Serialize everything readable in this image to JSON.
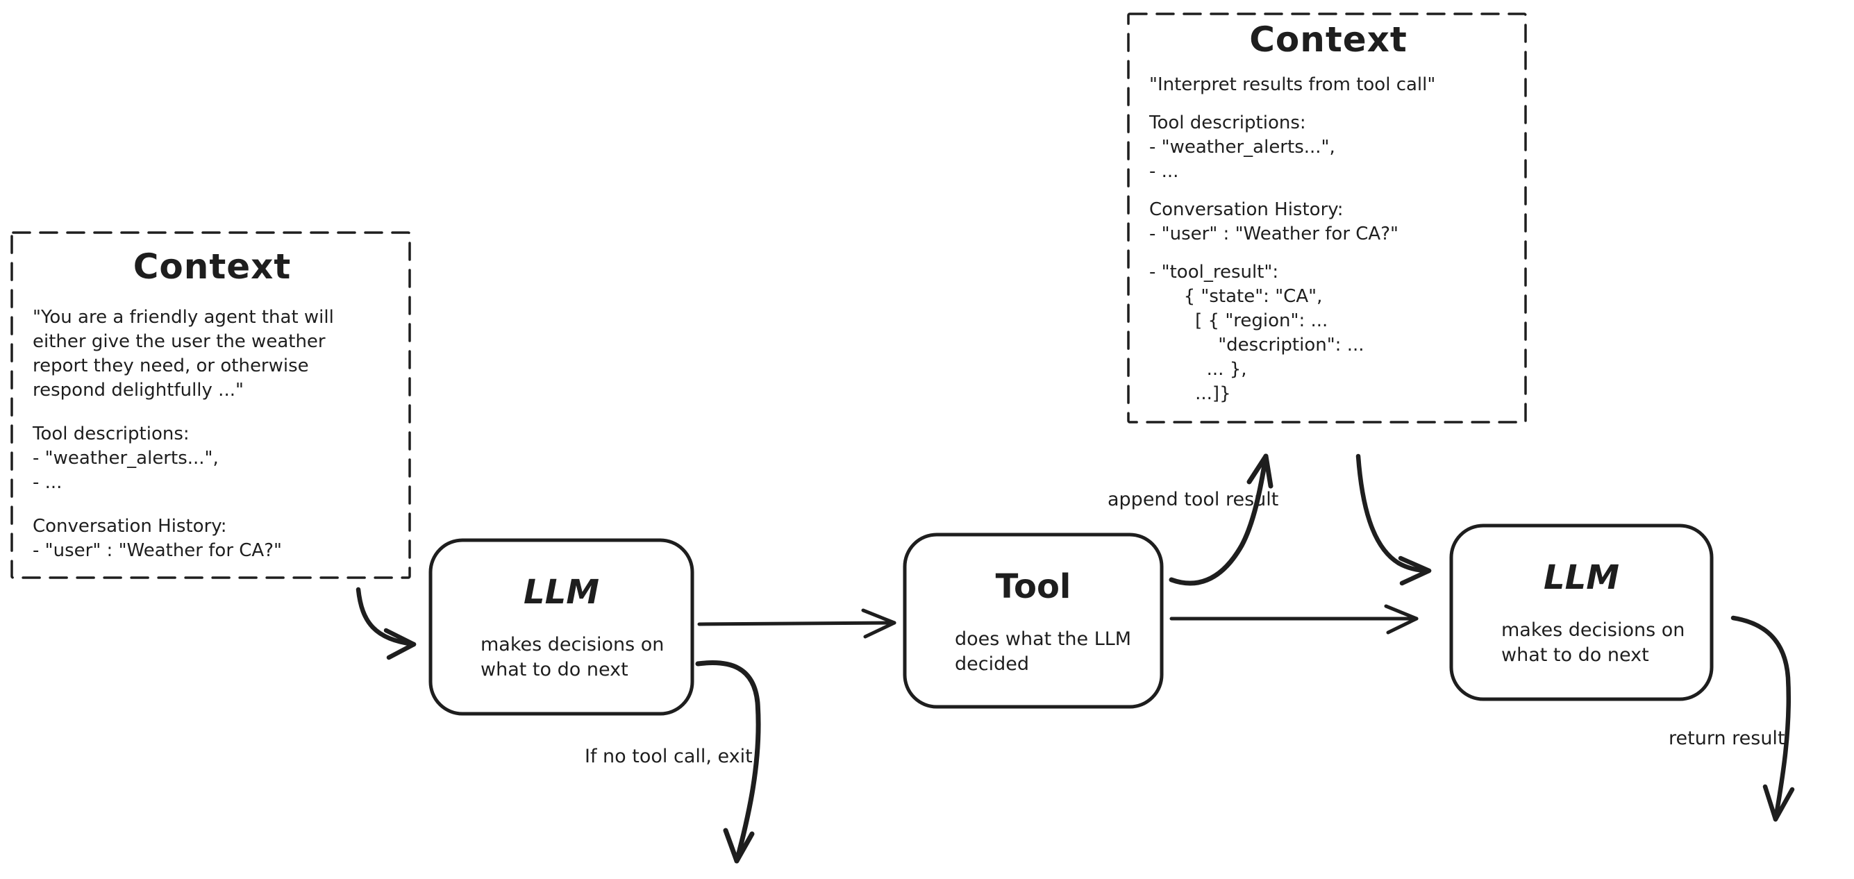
{
  "colors": {
    "ink": "#1e1e1e",
    "background": "#ffffff"
  },
  "context_left": {
    "title": "Context",
    "system_prompt": "\"You are a friendly agent that will\neither give the user the weather\nreport they need, or otherwise\nrespond delightfully ...\"",
    "tool_descriptions": "Tool descriptions:\n- \"weather_alerts...\",\n- ...",
    "conversation_history": "Conversation History:\n- \"user\" : \"Weather for CA?\""
  },
  "context_right": {
    "title": "Context",
    "system_prompt": "\"Interpret results from tool call\"",
    "tool_descriptions": "Tool descriptions:\n- \"weather_alerts...\",\n- ...",
    "conversation_history": "Conversation History:\n- \"user\" : \"Weather for CA?\"",
    "tool_result": "- \"tool_result\":\n      { \"state\": \"CA\",\n        [ { \"region\": ...\n            \"description\": ...\n          ... },\n        ...]}"
  },
  "llm_node_1": {
    "title": "LLM",
    "subtitle": "makes decisions on\nwhat to do next"
  },
  "tool_node": {
    "title": "Tool",
    "subtitle": "does what the LLM\ndecided"
  },
  "llm_node_2": {
    "title": "LLM",
    "subtitle": "makes decisions on\nwhat to do next"
  },
  "edge_labels": {
    "append_tool_result": "append tool result",
    "no_tool_call_exit": "If no tool call, exit",
    "return_result": "return result"
  }
}
